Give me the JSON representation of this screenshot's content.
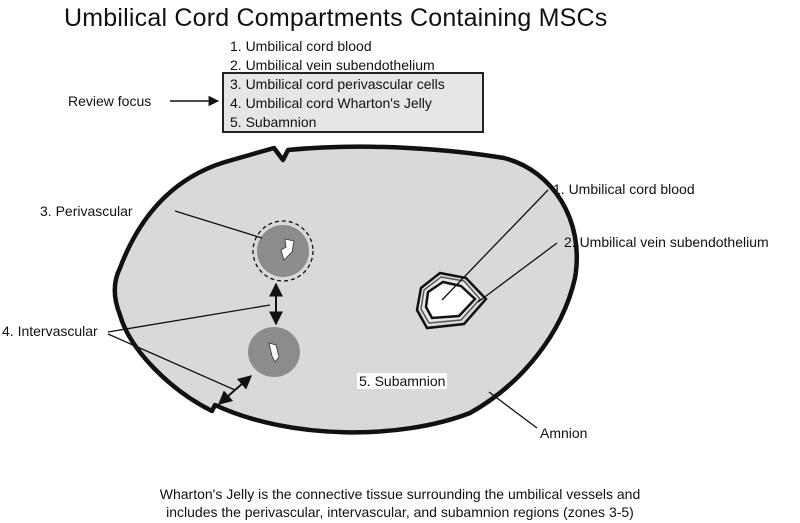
{
  "title": "Umbilical Cord Compartments Containing MSCs",
  "compartment_list": [
    "1. Umbilical cord blood",
    "2. Umbilical vein subendothelium",
    "3. Umbilical cord perivascular cells",
    "4. Umbilical cord Wharton's Jelly",
    "5. Subamnion"
  ],
  "review_focus_label": "Review focus",
  "diagram_labels": {
    "cord_blood": "1. Umbilical cord blood",
    "vein_subendothelium": "2. Umbilical vein subendothelium",
    "perivascular": "3. Perivascular",
    "intervascular": "4. Intervascular",
    "subamnion": "5. Subamnion",
    "amnion": "Amnion"
  },
  "caption": {
    "line1": "Wharton's Jelly is the connective tissue surrounding the umbilical vessels and",
    "line2": "includes the perivascular, intervascular, and subamnion regions (zones 3-5)"
  },
  "colors": {
    "cord_fill": "#d9d9d9",
    "artery_fill": "#8c8c8c",
    "focus_box_fill": "#e6e6e6"
  }
}
